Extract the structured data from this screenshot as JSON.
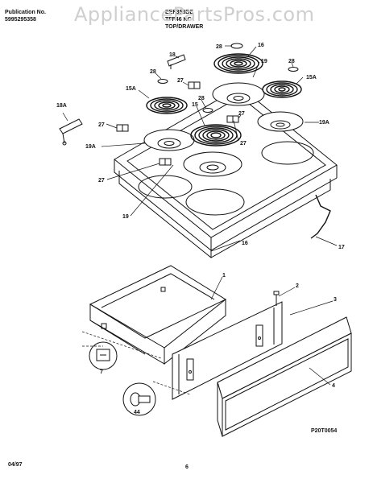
{
  "header": {
    "pub_label": "Publication No.",
    "pub_number": "5995295358",
    "model_1": "EEF353BE",
    "model_2": "TFF46 KC",
    "section_title": "TOP/DRAWER"
  },
  "watermark": "AppliancePartsPros.com",
  "callouts": [
    "28",
    "18",
    "16",
    "28",
    "15A",
    "28",
    "19",
    "27",
    "15",
    "15A",
    "18A",
    "27",
    "19A",
    "19A",
    "27",
    "27",
    "19",
    "16",
    "17",
    "1",
    "2",
    "3",
    "4",
    "7",
    "44"
  ],
  "diagram_id": "P20T0054",
  "footer": {
    "date": "04/97",
    "page": "6"
  }
}
